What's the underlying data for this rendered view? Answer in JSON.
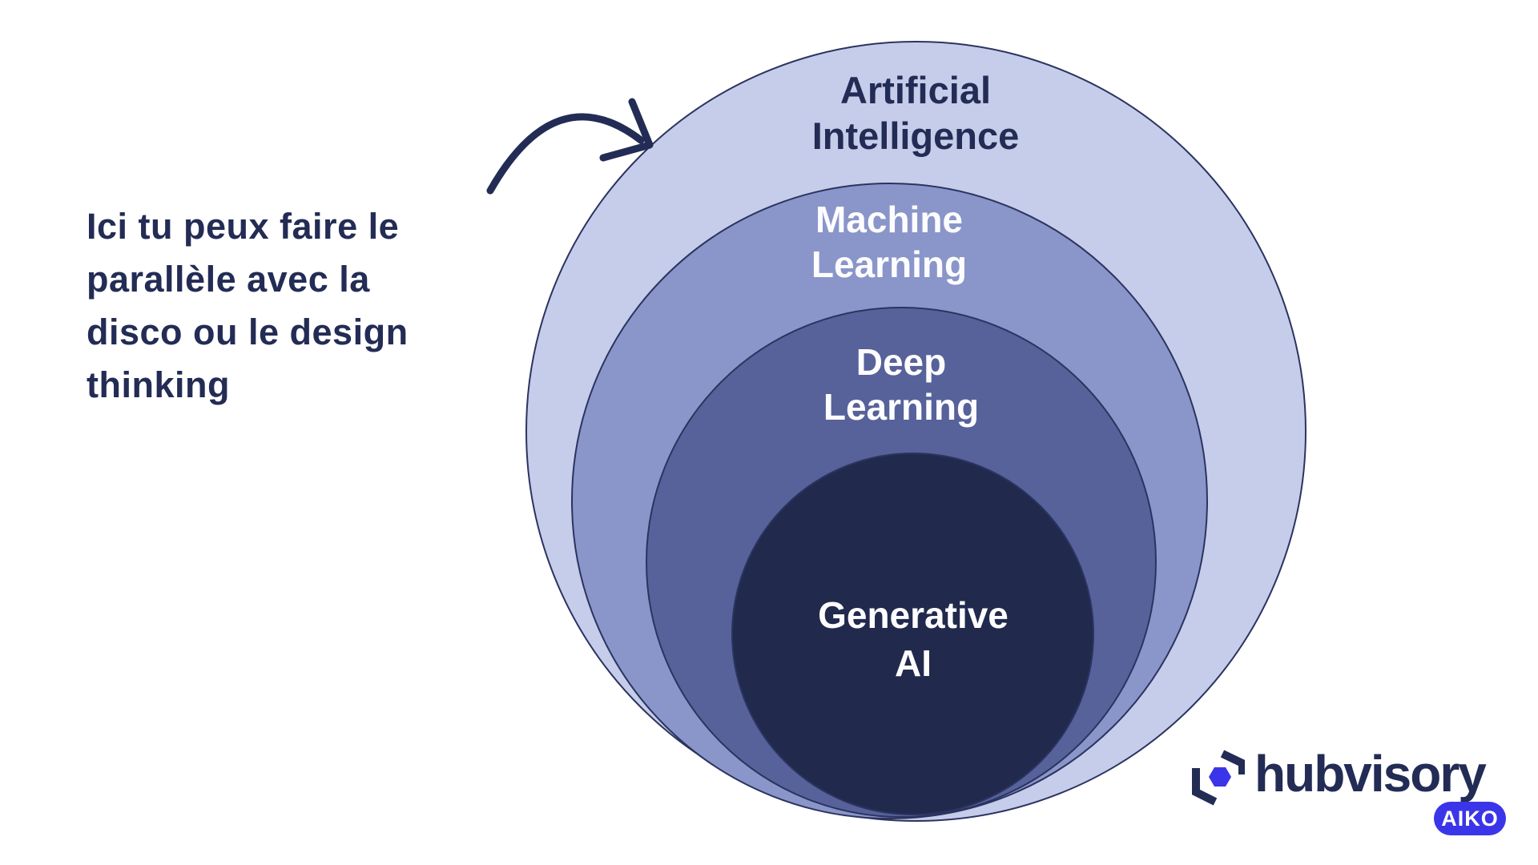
{
  "colors": {
    "navy": "#232C55",
    "accent": "#3B35EA",
    "background": "#FFFFFF",
    "ring_outline": "#2B3460"
  },
  "annotation": {
    "lines": [
      "Ici tu peux faire le",
      "parallèle avec la",
      "disco ou le design",
      "thinking"
    ]
  },
  "diagram": {
    "type": "nested-circles",
    "rings": [
      {
        "name": "artificial-intelligence",
        "label_lines": [
          "Artificial",
          "Intelligence"
        ],
        "fill": "#C6CDEA",
        "text_color": "#232C55"
      },
      {
        "name": "machine-learning",
        "label_lines": [
          "Machine",
          "Learning"
        ],
        "fill": "#8A96C9",
        "text_color": "#FDFDFF"
      },
      {
        "name": "deep-learning",
        "label_lines": [
          "Deep",
          "Learning"
        ],
        "fill": "#57629A",
        "text_color": "#FDFDFF"
      },
      {
        "name": "generative-ai",
        "label_lines": [
          "Generative",
          "AI"
        ],
        "fill": "#212A4D",
        "text_color": "#FDFDFF"
      }
    ]
  },
  "branding": {
    "wordmark": "hubvisory",
    "badge": "AIKO"
  }
}
